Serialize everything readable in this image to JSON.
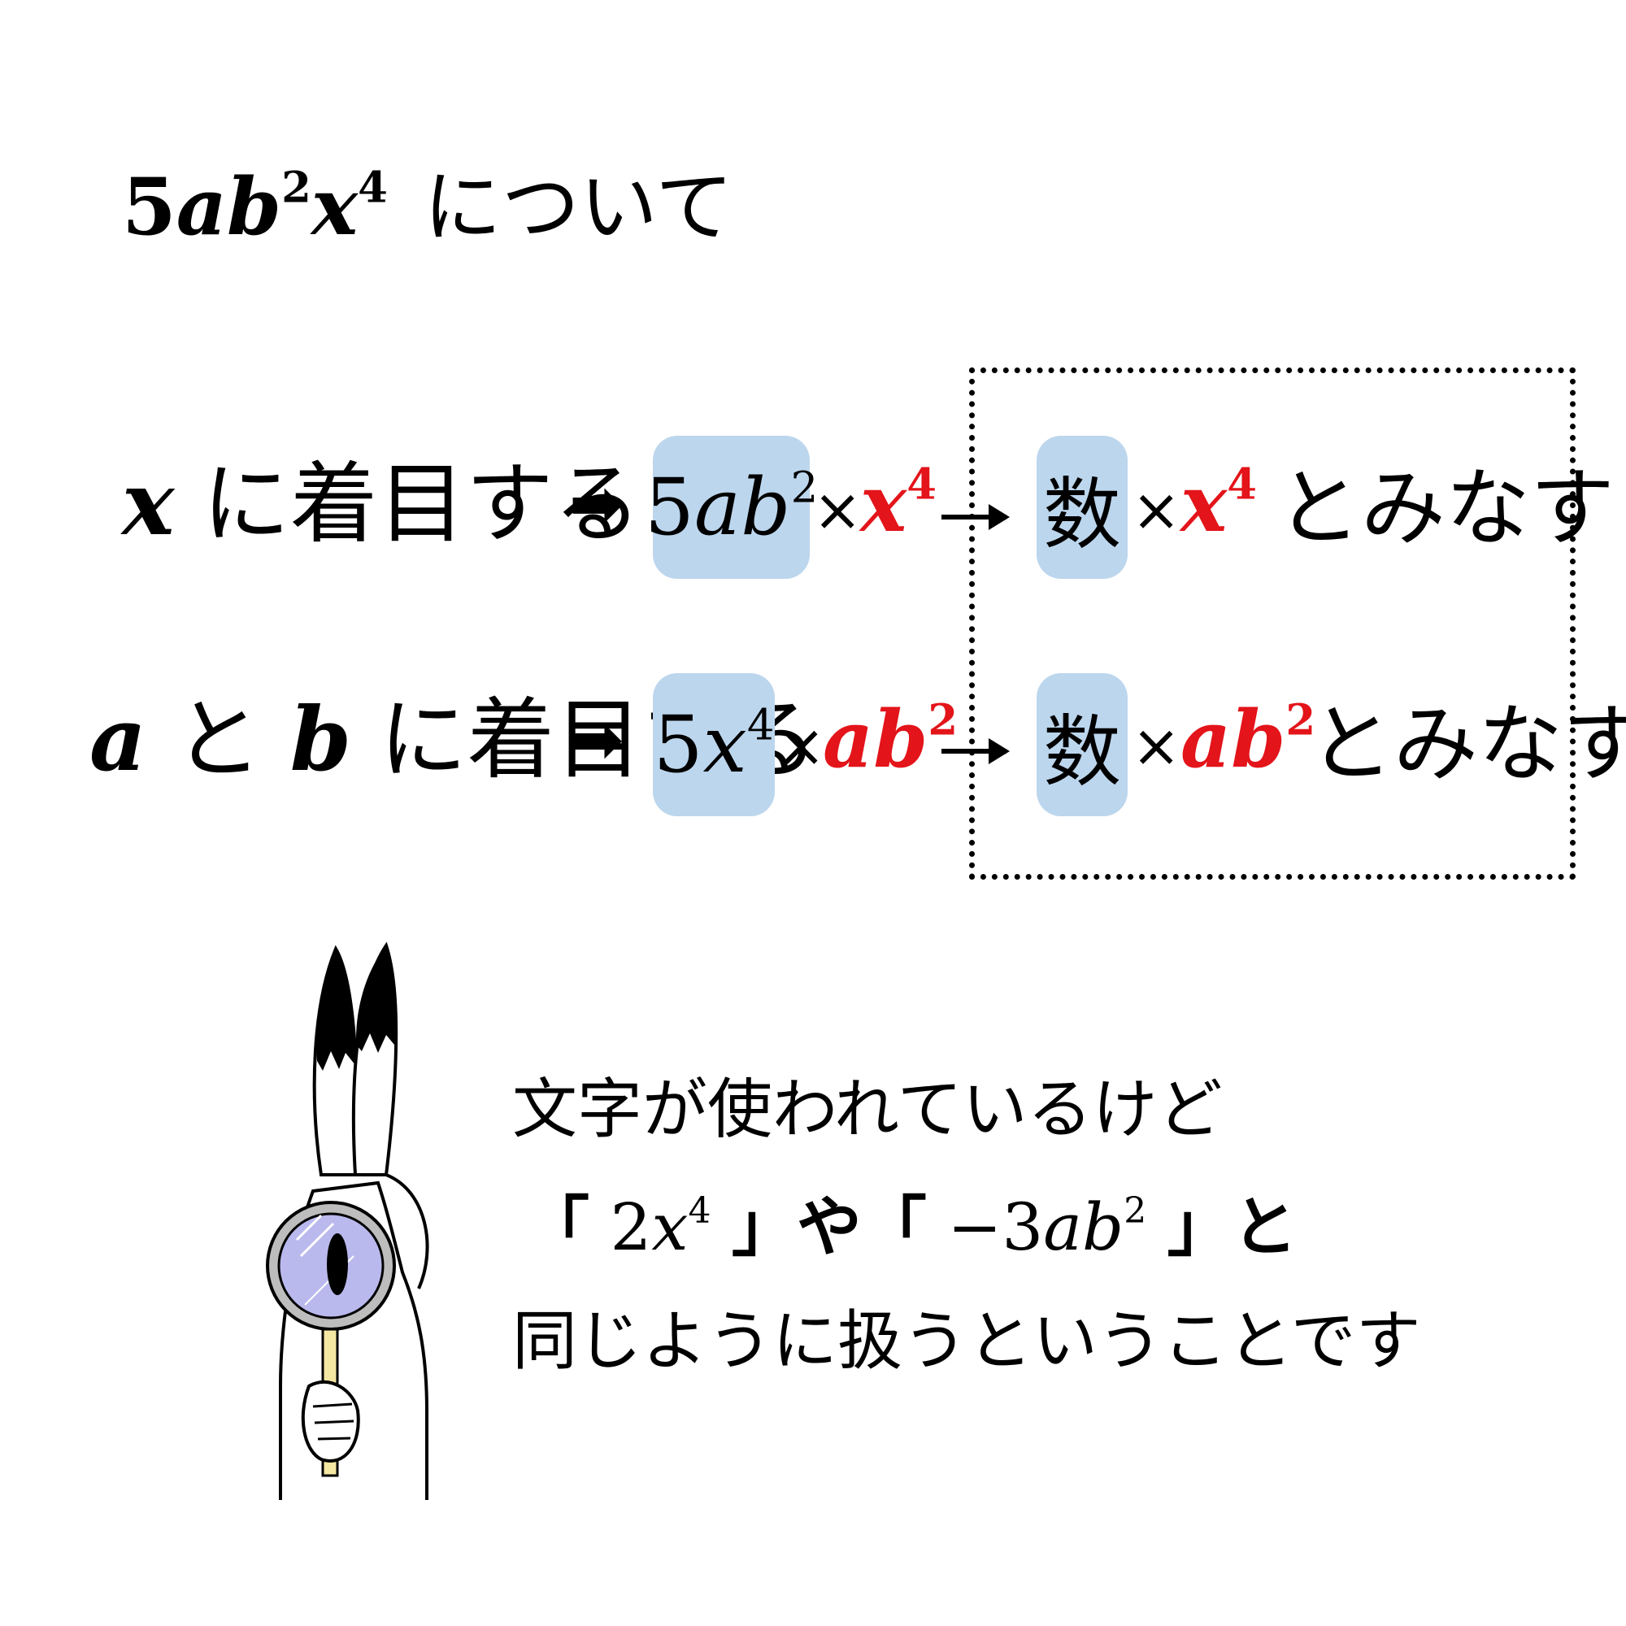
{
  "title": {
    "term_coef": "5",
    "term_vars": "ab",
    "term_exp1": "2",
    "term_var2": "x",
    "term_exp2": "4",
    "suffix": "について"
  },
  "rows": [
    {
      "label_var": "x",
      "label_text": "に着目する",
      "arrow": "➡",
      "coef_num": "5",
      "coef_vars": "ab",
      "coef_exp": "2",
      "times": "×",
      "focus_var": "x",
      "focus_exp": "4",
      "result_kanji": "数",
      "result_times": "×",
      "result_var": "x",
      "result_exp": "4",
      "result_suffix": "とみなす"
    },
    {
      "label_var": "a",
      "label_mid": "と",
      "label_var2": "b",
      "label_text": "に着目する",
      "arrow": "➡",
      "coef_num": "5",
      "coef_vars": "x",
      "coef_exp": "4",
      "times": "×",
      "focus_var": "ab",
      "focus_exp": "2",
      "result_kanji": "数",
      "result_times": "×",
      "result_var": "ab",
      "result_exp": "2",
      "result_suffix": "とみなす"
    }
  ],
  "explanation": {
    "line1": "文字が使われているけど",
    "line2_open1": "「",
    "line2_num1": "2",
    "line2_var1": "x",
    "line2_exp1": "4",
    "line2_close1": "」",
    "line2_mid": "や",
    "line2_open2": "「",
    "line2_num2": "−3",
    "line2_var2": "ab",
    "line2_exp2": "2",
    "line2_close2": "」",
    "line2_end": "と",
    "line3": "同じように扱うということです"
  },
  "colors": {
    "highlight": "#bcd6ed",
    "focus": "#e3141a"
  },
  "icons": {
    "character": "magnifying-glass-character-icon"
  }
}
